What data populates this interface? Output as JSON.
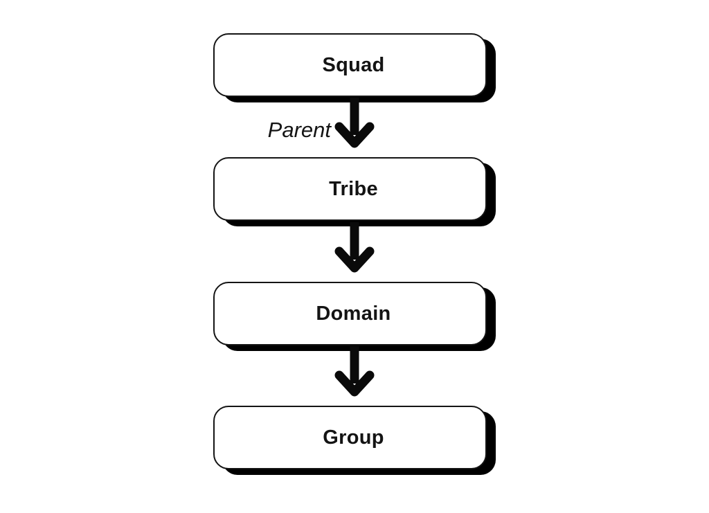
{
  "diagram": {
    "type": "flowchart-vertical",
    "nodes": [
      {
        "id": "squad",
        "label": "Squad"
      },
      {
        "id": "tribe",
        "label": "Tribe"
      },
      {
        "id": "domain",
        "label": "Domain"
      },
      {
        "id": "group",
        "label": "Group"
      }
    ],
    "edges": [
      {
        "from": "squad",
        "to": "tribe",
        "label": "Parent"
      },
      {
        "from": "tribe",
        "to": "domain",
        "label": ""
      },
      {
        "from": "domain",
        "to": "group",
        "label": ""
      }
    ],
    "colors": {
      "background": "#ffffff",
      "node_fill": "#ffffff",
      "node_border": "#141414",
      "shadow": "#000000",
      "arrow": "#0a0a0a",
      "text": "#141414"
    }
  }
}
